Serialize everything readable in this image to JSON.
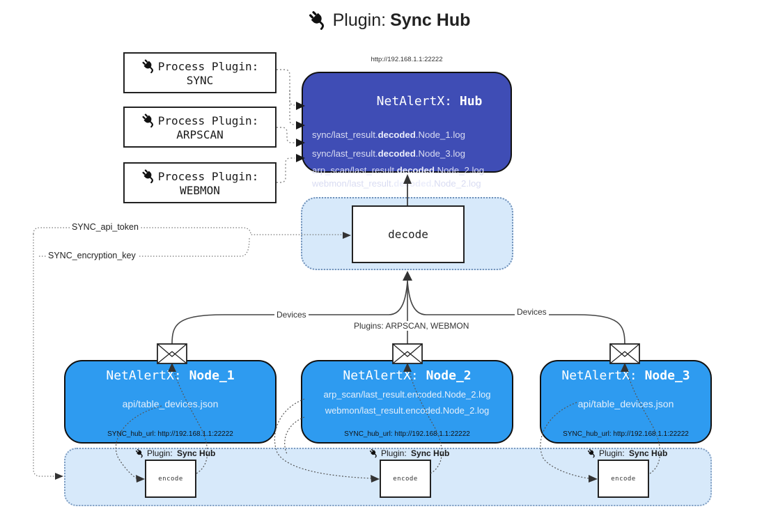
{
  "colors": {
    "canvas_bg": "#FFFFFF",
    "hub_fill": "#3F4DB5",
    "node_fill": "#2E9BF0",
    "panel_fill": "#D7E9FA",
    "panel_border": "#6E8FB8"
  },
  "title": {
    "prefix": "Plugin: ",
    "name": "Sync Hub"
  },
  "hub": {
    "url": "http://192.168.1.1:22222",
    "title_prefix": "NetAlertX: ",
    "title_name": "Hub",
    "log_lines": [
      {
        "pre": "sync/last_result.",
        "bold": "decoded",
        "post": ".Node_1.log"
      },
      {
        "pre": "sync/last_result.",
        "bold": "decoded",
        "post": ".Node_3.log"
      },
      {
        "pre": "arp_scan/last_result.",
        "bold": "decoded",
        "post": ".Node_2.log"
      },
      {
        "pre": "webmon/last_result.",
        "bold": "decoded",
        "post": ".Node_2.log"
      }
    ]
  },
  "process_plugins": [
    {
      "label": "Process Plugin:",
      "name": "SYNC"
    },
    {
      "label": "Process Plugin:",
      "name": "ARPSCAN"
    },
    {
      "label": "Process Plugin:",
      "name": "WEBMON"
    }
  ],
  "decode_label": "decode",
  "settings": {
    "api_token": "SYNC_api_token",
    "encryption_key": "SYNC_encryption_key"
  },
  "edge_labels": {
    "devices_left": "Devices",
    "plugins_mid": "Plugins: ARPSCAN, WEBMON",
    "devices_right": "Devices"
  },
  "nodes": [
    {
      "title_prefix": "NetAlertX: ",
      "title_name": "Node_1",
      "lines": [
        "api/table_devices.json"
      ],
      "hub_url": "SYNC_hub_url: http://192.168.1.1:22222"
    },
    {
      "title_prefix": "NetAlertX: ",
      "title_name": "Node_2",
      "lines": [
        "arp_scan/last_result.encoded.Node_2.log",
        "webmon/last_result.encoded.Node_2.log"
      ],
      "hub_url": "SYNC_hub_url: http://192.168.1.1:22222"
    },
    {
      "title_prefix": "NetAlertX: ",
      "title_name": "Node_3",
      "lines": [
        "api/table_devices.json"
      ],
      "hub_url": "SYNC_hub_url: http://192.168.1.1:22222"
    }
  ],
  "encode_units": [
    {
      "label_prefix": "Plugin: ",
      "label_name": "Sync Hub",
      "box": "encode"
    },
    {
      "label_prefix": "Plugin: ",
      "label_name": "Sync Hub",
      "box": "encode"
    },
    {
      "label_prefix": "Plugin: ",
      "label_name": "Sync Hub",
      "box": "encode"
    }
  ]
}
